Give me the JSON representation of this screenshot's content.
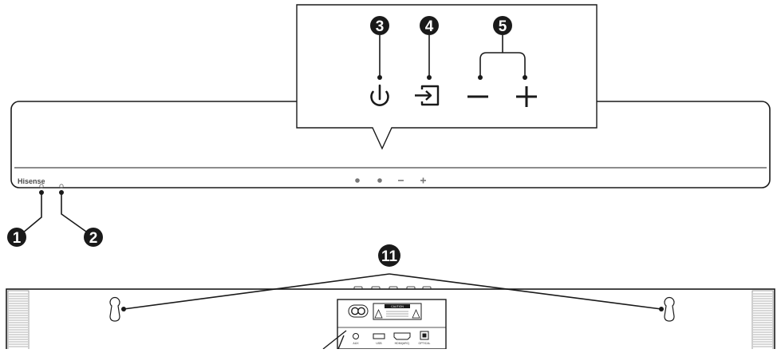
{
  "brand": "Hisense",
  "callouts": {
    "c1": "1",
    "c2": "2",
    "c3": "3",
    "c4": "4",
    "c5": "5",
    "c11": "11"
  },
  "rear_panel": {
    "warning_title": "CAUTION",
    "port_aux": "AUX",
    "port_usb": "USB",
    "port_hdmi": "HDMI(ARC)",
    "port_optical": "OPTICAL"
  },
  "colors": {
    "line": "#1a1a1a",
    "callout_fill": "#1a1a1a",
    "body_fill": "#ffffff"
  }
}
